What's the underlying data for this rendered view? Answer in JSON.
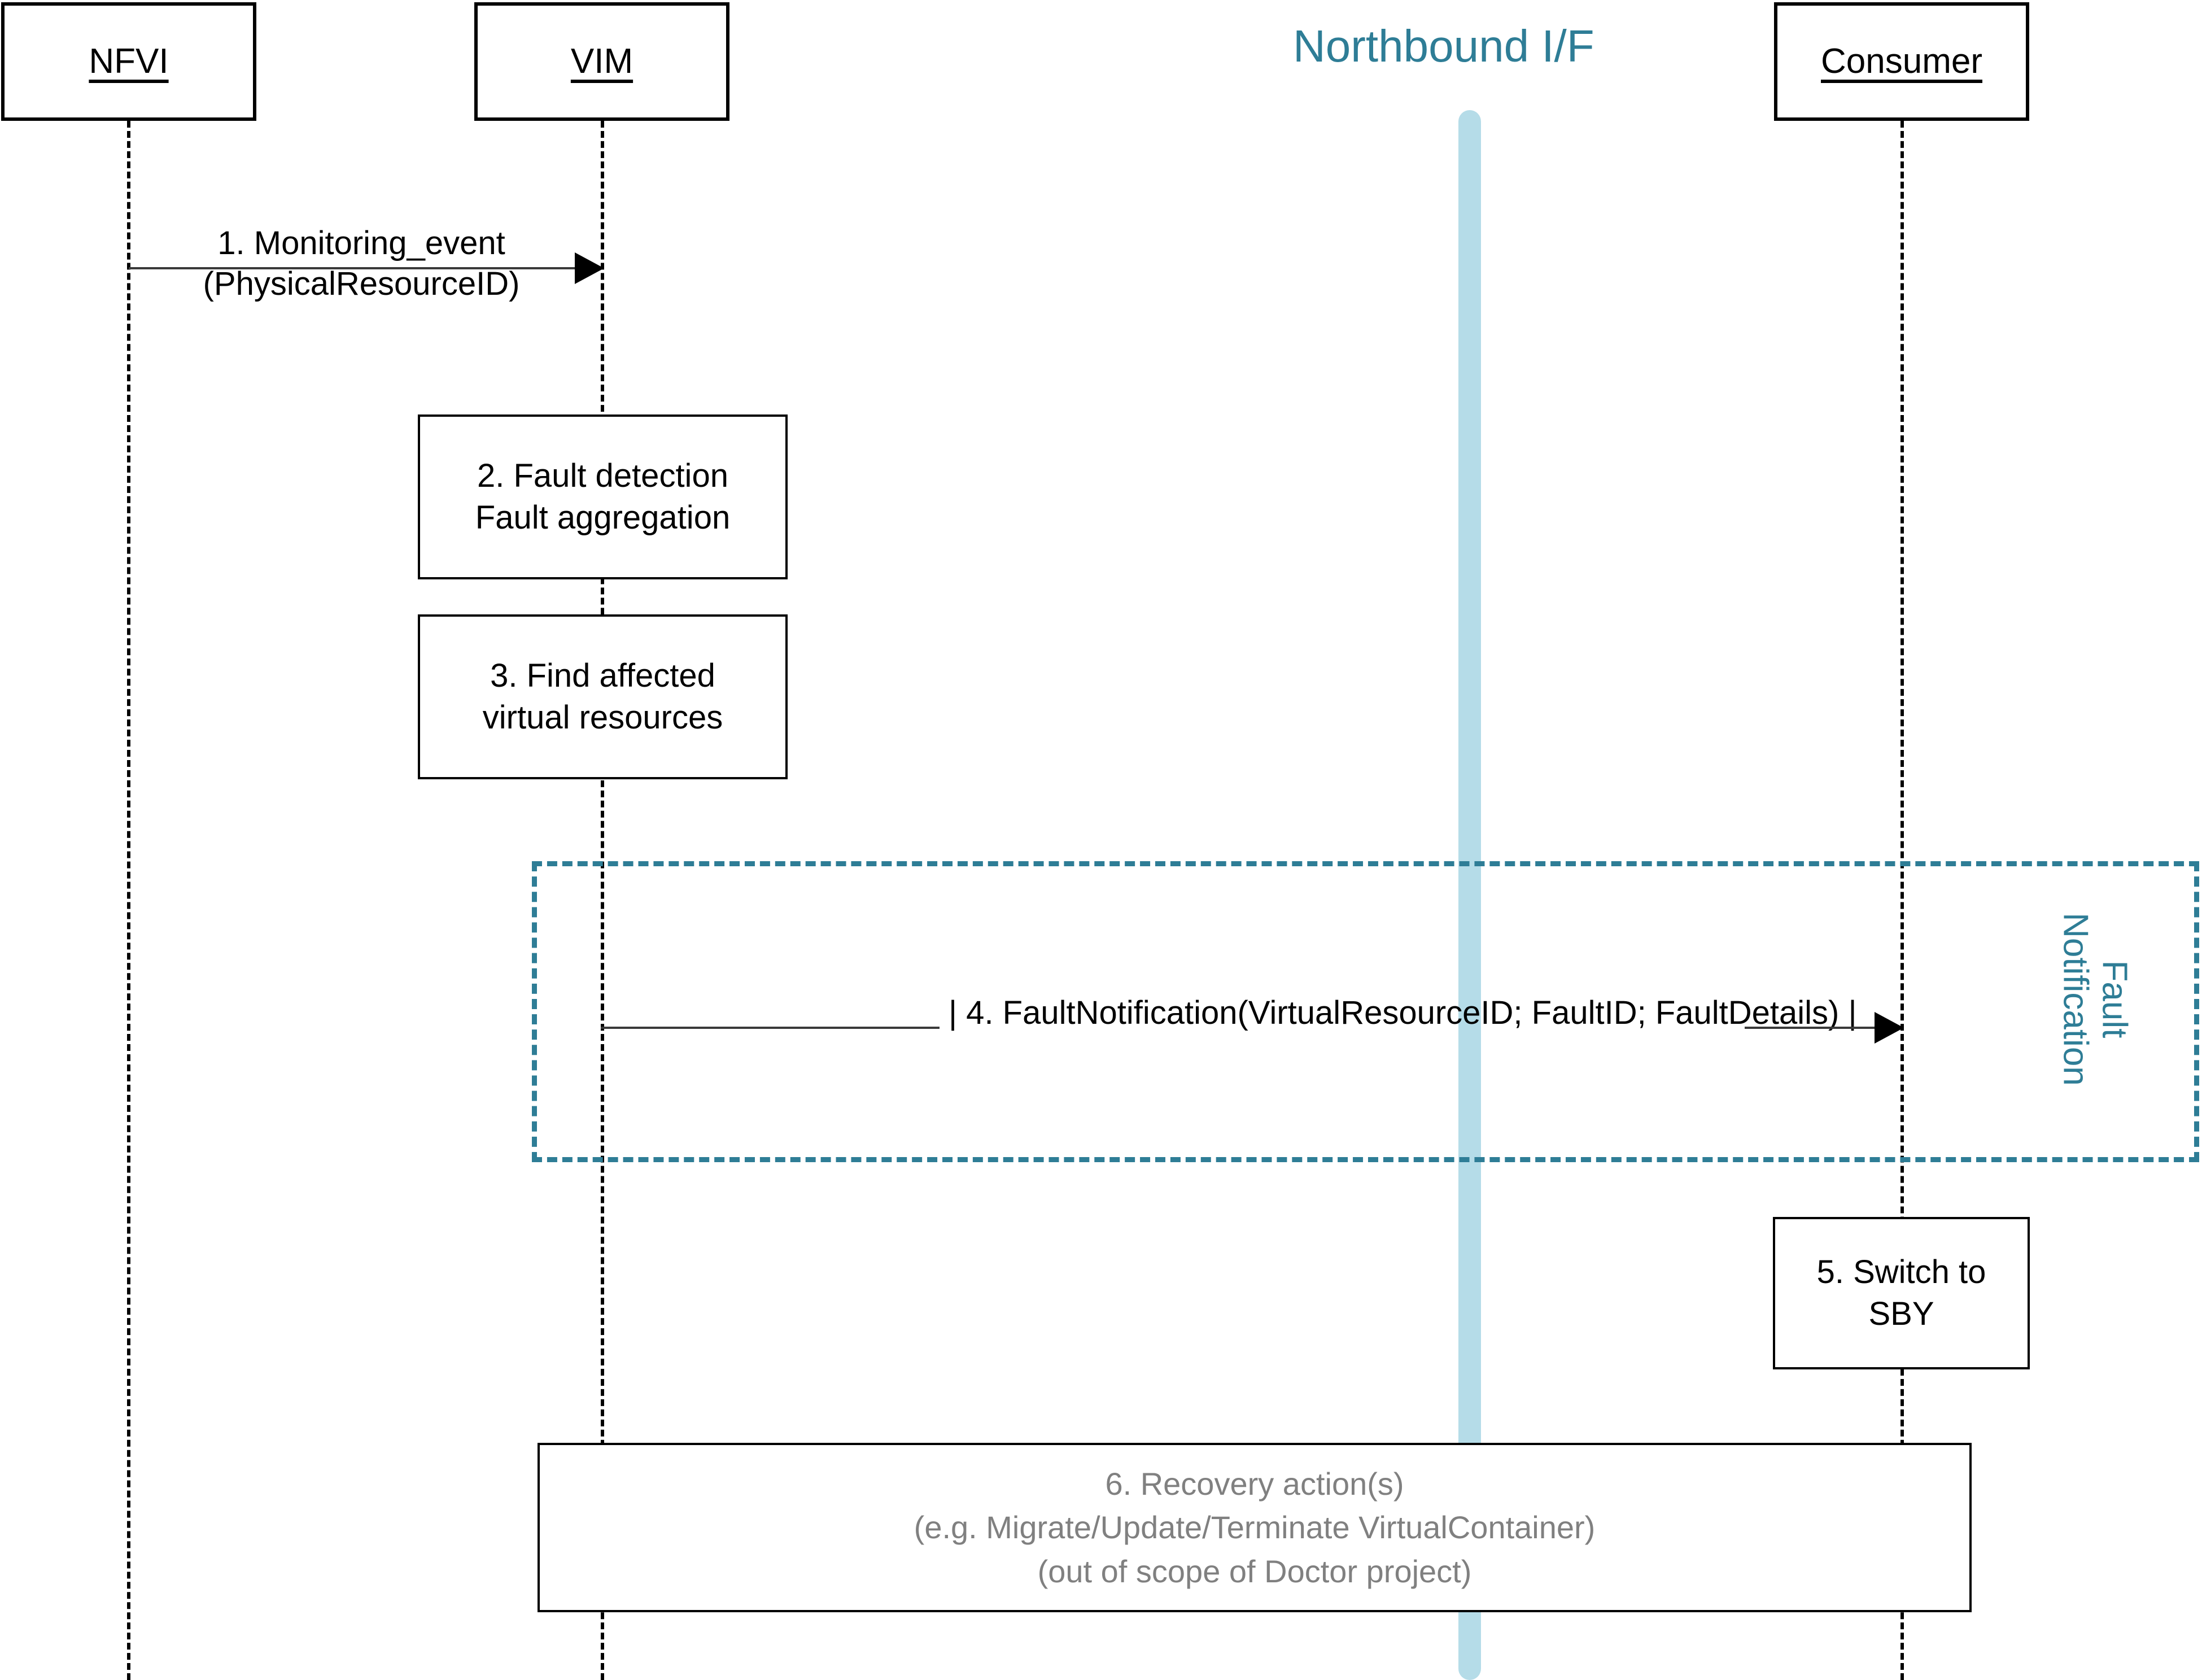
{
  "diagram": {
    "title": "Fault notification sequence",
    "colors": {
      "teal": "#2e7d96",
      "light_blue": "#b5dce8",
      "black": "#000000",
      "gray_text": "#808080"
    }
  },
  "actors": [
    {
      "id": "nfvi",
      "label": "NFVI"
    },
    {
      "id": "vim",
      "label": "VIM"
    },
    {
      "id": "consumer",
      "label": "Consumer"
    }
  ],
  "interface": {
    "title": "Northbound I/F"
  },
  "messages": [
    {
      "id": "msg1",
      "label": "1. Monitoring_event\n(PhysicalResourceID)",
      "from": "nfvi",
      "to": "vim"
    },
    {
      "id": "msg4",
      "label": "| 4. FaultNotification(VirtualResourceID; FaultID; FaultDetails) |",
      "from": "vim",
      "to": "consumer"
    }
  ],
  "activities": [
    {
      "id": "act2",
      "owner": "vim",
      "text": "2. Fault detection\nFault aggregation"
    },
    {
      "id": "act3",
      "owner": "vim",
      "text": "3. Find affected\nvirtual resources"
    },
    {
      "id": "act5",
      "owner": "consumer",
      "text": "5. Switch to\nSBY"
    },
    {
      "id": "act6",
      "owner": "vim-consumer",
      "text": "6. Recovery action(s)\n(e.g. Migrate/Update/Terminate VirtualContainer)\n(out of scope of Doctor project)"
    }
  ],
  "fragment": {
    "id": "fault-notification-fragment",
    "label": "Fault\nNotification"
  }
}
